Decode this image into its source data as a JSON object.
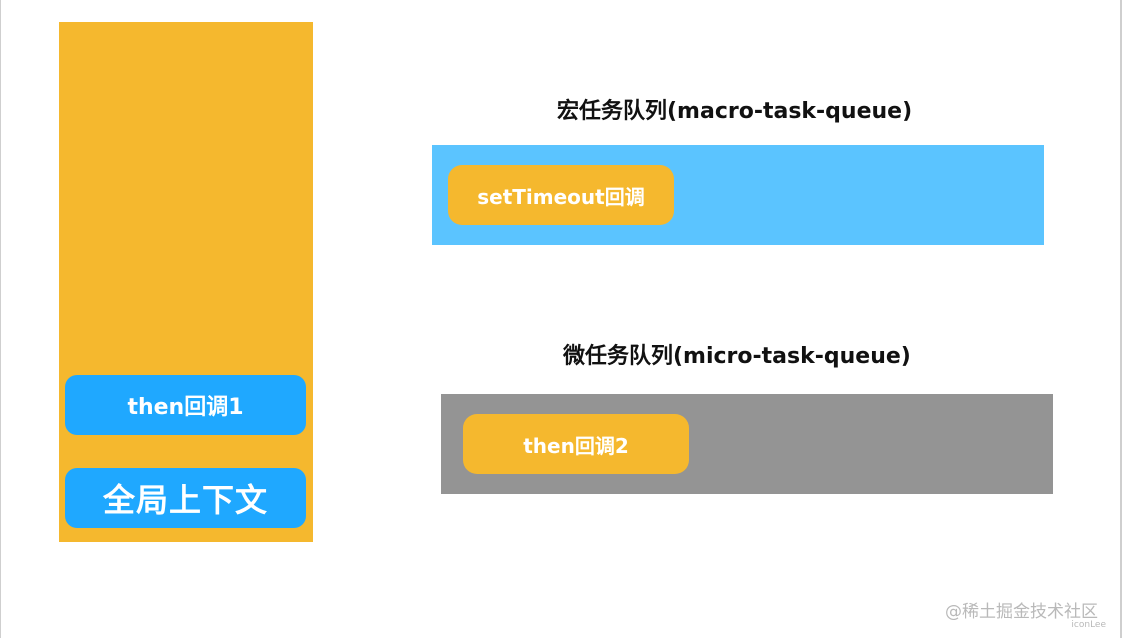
{
  "call_stack": {
    "frames": [
      {
        "label": "then回调1"
      },
      {
        "label": "全局上下文"
      }
    ]
  },
  "macro_queue": {
    "title": "宏任务队列(macro-task-queue)",
    "tasks": [
      {
        "label": "setTimeout回调"
      }
    ]
  },
  "micro_queue": {
    "title": "微任务队列(micro-task-queue)",
    "tasks": [
      {
        "label": "then回调2"
      }
    ]
  },
  "watermark": {
    "text": "@稀土掘金技术社区",
    "sub_text": "iconLee"
  },
  "colors": {
    "stack_background": "#f5b82e",
    "stack_frame": "#1fa8ff",
    "macro_queue_background": "#5bc4ff",
    "micro_queue_background": "#949494",
    "task_chip": "#f5b82e"
  }
}
